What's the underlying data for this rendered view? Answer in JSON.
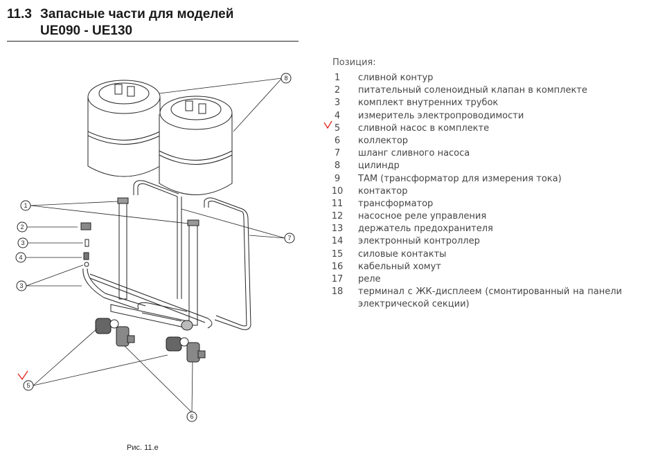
{
  "header": {
    "section": "11.3",
    "title_line1": "Запасные части для моделей",
    "title_line2": "UE090 - UE130"
  },
  "figure": {
    "caption": "Рис. 11.e",
    "callouts": [
      "1",
      "2",
      "3",
      "4",
      "3",
      "5",
      "6",
      "7",
      "8"
    ]
  },
  "parts_list": {
    "label": "Позиция:",
    "items": [
      {
        "num": "1",
        "text": "сливной контур"
      },
      {
        "num": "2",
        "text": "питательный соленоидный клапан в комплекте"
      },
      {
        "num": "3",
        "text": "комплект внутренних трубок"
      },
      {
        "num": "4",
        "text": "измеритель электропроводимости"
      },
      {
        "num": "5",
        "text": "сливной насос в комплекте"
      },
      {
        "num": "6",
        "text": "коллектор"
      },
      {
        "num": "7",
        "text": "шланг сливного насоса"
      },
      {
        "num": "8",
        "text": "цилиндр"
      },
      {
        "num": "9",
        "text": "ТАМ (трансформатор для измерения тока)"
      },
      {
        "num": "10",
        "text": "контактор"
      },
      {
        "num": "11",
        "text": "трансформатор"
      },
      {
        "num": "12",
        "text": "насосное реле управления"
      },
      {
        "num": "13",
        "text": "держатель предохранителя"
      },
      {
        "num": "14",
        "text": "электронный контроллер"
      },
      {
        "num": "15",
        "text": "силовые контакты"
      },
      {
        "num": "16",
        "text": "кабельный хомут"
      },
      {
        "num": "17",
        "text": "реле"
      },
      {
        "num": "18",
        "text": "терминал с ЖК-дисплеем (смонтированный на панели электрической секции)"
      }
    ]
  },
  "annotation_color": "#e0201b"
}
